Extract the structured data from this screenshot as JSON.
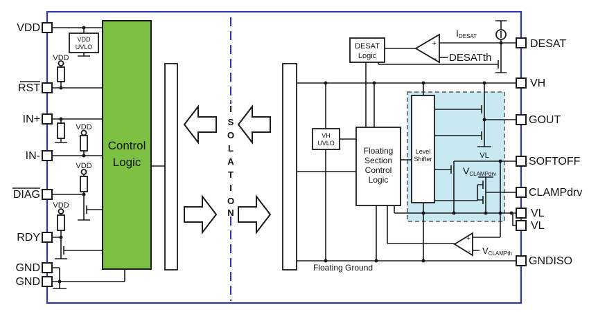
{
  "diagram": {
    "kind": "isolated gate driver functional block diagram"
  },
  "pins": {
    "left": [
      {
        "label": "VDD",
        "overline": false
      },
      {
        "label": "RST",
        "overline": true
      },
      {
        "label": "IN+",
        "overline": false
      },
      {
        "label": "IN-",
        "overline": false
      },
      {
        "label": "DIAG",
        "overline": true
      },
      {
        "label": "RDY",
        "overline": false
      },
      {
        "label": "GND",
        "overline": false
      },
      {
        "label": "GND",
        "overline": false
      }
    ],
    "right": [
      "DESAT",
      "VH",
      "GOUT",
      "SOFTOFF",
      "CLAMPdrv",
      "VL",
      "VL",
      "GNDISO"
    ]
  },
  "blocks": {
    "control_logic": {
      "line1": "Control",
      "line2": "Logic"
    },
    "vdd_uvlo": {
      "line1": "VDD",
      "line2": "UVLO"
    },
    "desat_logic": {
      "line1": "DESAT",
      "line2": "Logic"
    },
    "vh_uvlo": {
      "line1": "VH",
      "line2": "UVLO"
    },
    "floating_section": {
      "line1": "Floating",
      "line2": "Section",
      "line3": "Control",
      "line4": "Logic"
    },
    "level_shifter": {
      "line1": "Level",
      "line2": "Shifter"
    }
  },
  "labels": {
    "vdd": "VDD",
    "desatth": "DESATth",
    "idesat_main": "I",
    "idesat_sub": "DESAT",
    "vclampdrv_main": "V",
    "vclampdrv_sub": "CLAMPdrv",
    "vclampth_main": "V",
    "vclampth_sub": "CLAMPth",
    "vl_internal": "VL",
    "floating_ground": "Floating Ground",
    "plus": "+",
    "minus": "-"
  },
  "isolation": {
    "letters": [
      "I",
      "S",
      "O",
      "L",
      "A",
      "T",
      "I",
      "O",
      "N"
    ]
  },
  "colors": {
    "border_blue": "#2E35A8",
    "logic_green": "#7CC142",
    "output_stage_cyan": "#C9E9F2",
    "wire_black": "#1A1A1A"
  }
}
